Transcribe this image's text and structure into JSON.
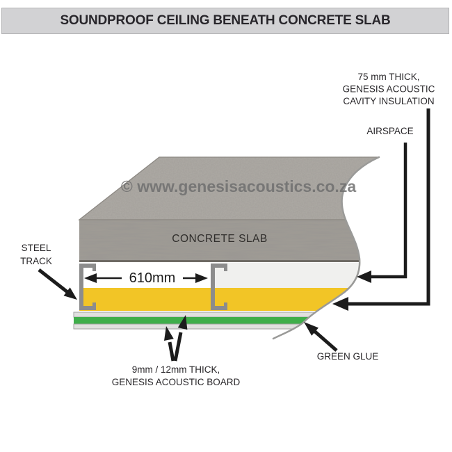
{
  "title": "SOUNDPROOF CEILING BENEATH CONCRETE SLAB",
  "watermark": "© www.genesisacoustics.co.za",
  "labels": {
    "insulation": [
      "75 mm THICK,",
      "GENESIS ACOUSTIC",
      "CAVITY INSULATION"
    ],
    "airspace": "AIRSPACE",
    "steel_track": [
      "STEEL",
      "TRACK"
    ],
    "concrete_slab": "CONCRETE SLAB",
    "dimension": "610mm",
    "green_glue": "GREEN GLUE",
    "board": [
      "9mm / 12mm THICK,",
      "GENESIS ACOUSTIC BOARD"
    ]
  },
  "colors": {
    "title_bar_bg": "#D2D2D4",
    "concrete_top": "#AEAAA5",
    "concrete_front": "#A09C97",
    "insulation_yellow": "#F2C526",
    "green_glue_green": "#3FAE4A",
    "board_gray": "#E0E0DE",
    "steel_gray": "#8C8C8C",
    "airspace_white": "#FFFFFF",
    "airspace_right": "#F0F0EE",
    "break_line_gray": "#9A9A98",
    "arrow_black": "#1C1C1C",
    "text_dark": "#29272A",
    "watermark_gray": "#6F6F6F"
  }
}
